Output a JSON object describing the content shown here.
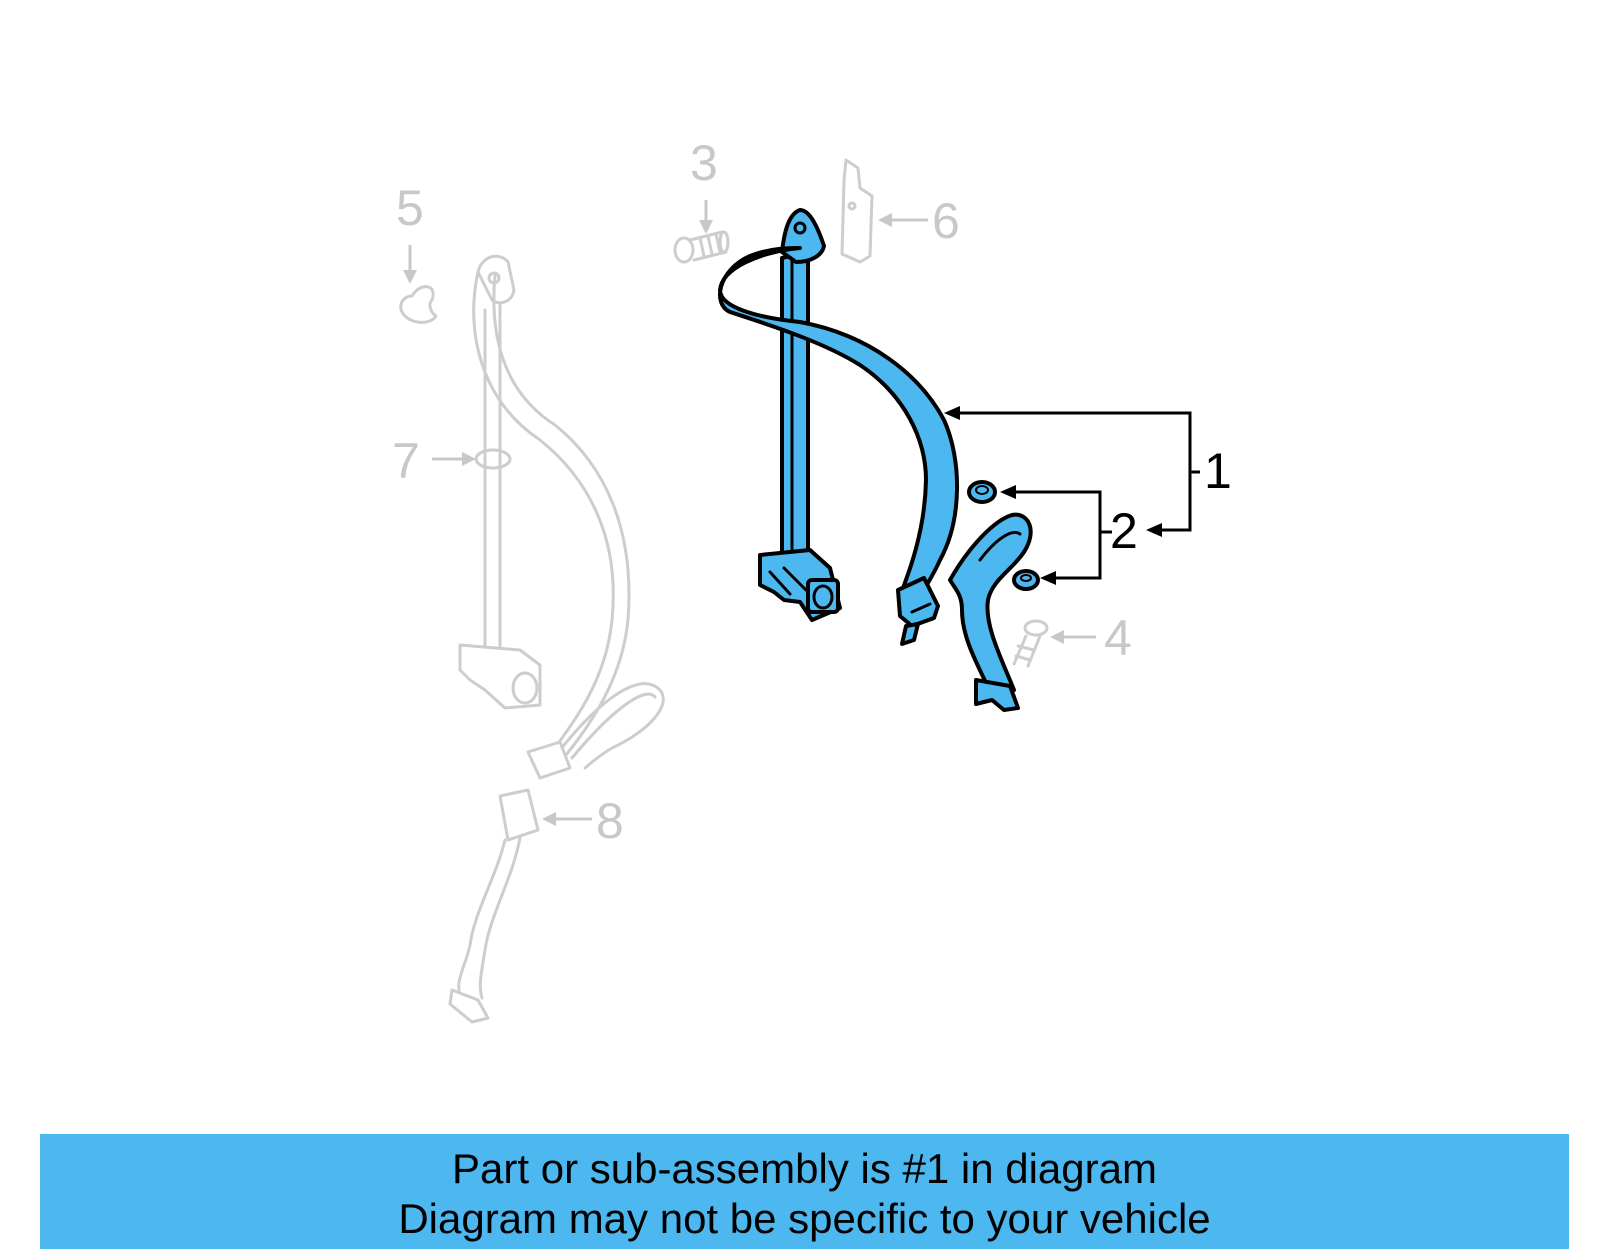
{
  "diagram": {
    "callouts": {
      "c1": "1",
      "c2": "2",
      "c3": "3",
      "c4": "4",
      "c5": "5",
      "c6": "6",
      "c7": "7",
      "c8": "8"
    },
    "highlight_color": "#4db8f0",
    "ghost_color": "#c8c8c8"
  },
  "banner": {
    "line1": "Part or sub-assembly is #1 in diagram",
    "line2": "Diagram may not be specific to your vehicle"
  }
}
